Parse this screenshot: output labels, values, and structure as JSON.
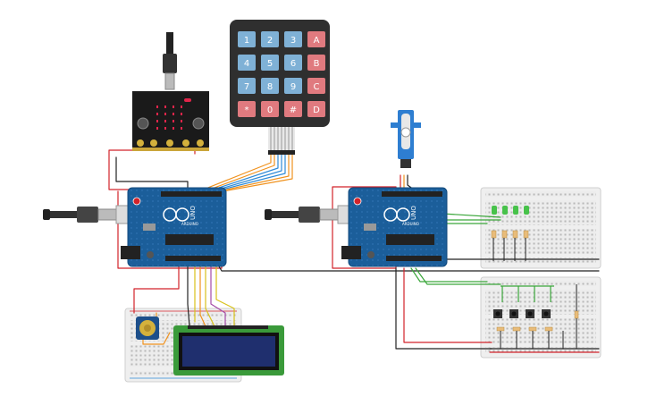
{
  "keypad": {
    "keys": [
      "1",
      "2",
      "3",
      "A",
      "4",
      "5",
      "6",
      "B",
      "7",
      "8",
      "9",
      "C",
      "*",
      "0",
      "#",
      "D"
    ]
  },
  "arduino_left": {
    "model": "UNO",
    "brand": "ARDUINO"
  },
  "arduino_right": {
    "model": "UNO",
    "brand": "ARDUINO"
  },
  "colors": {
    "board": "#1b5e9a",
    "keypad_body": "#2f2f2f",
    "digit_key": "#7fb1d6",
    "letter_key": "#e07a7f",
    "microbit": "#1a1a1a",
    "microbit_led": "#e0254a",
    "lcd_screen": "#1f2f6e",
    "lcd_frame": "#3a9a3a",
    "breadboard": "#eeeeee",
    "wire_red": "#d2232a",
    "wire_black": "#222222",
    "wire_green": "#3aa63a",
    "wire_orange": "#f0921e",
    "wire_blue": "#2e8ad6",
    "wire_yellow": "#d8c21a",
    "wire_purple": "#a44aa8"
  }
}
